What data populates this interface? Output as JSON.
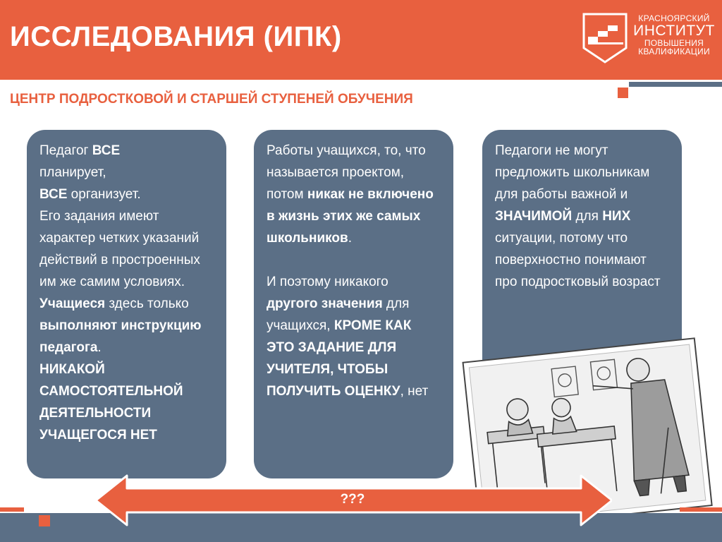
{
  "header": {
    "title": "ИССЛЕДОВАНИЯ (ИПК)"
  },
  "logo": {
    "line1": "КРАСНОЯРСКИЙ",
    "line2": "ИНСТИТУТ",
    "line3": "ПОВЫШЕНИЯ",
    "line4": "КВАЛИФИКАЦИИ"
  },
  "subtitle": "ЦЕНТР ПОДРОСТКОВОЙ И СТАРШЕЙ СТУПЕНЕЙ ОБУЧЕНИЯ",
  "cards": [
    {
      "t1": "Педагог ",
      "t2": "ВСЕ",
      "t3": "планирует,",
      "t4": "ВСЕ",
      "t5": " организует.",
      "t6": "Его задания имеют характер четких указаний действий в простроенных им же самим условиях.",
      "t7": "Учащиеся",
      "t8": " здесь только ",
      "t9": "выполняют инструкцию педагога",
      "t10": ".",
      "t11": "НИКАКОЙ САМОСТОЯТЕЛЬНОЙ ДЕЯТЕЛЬНОСТИ УЧАЩЕГОСЯ НЕТ"
    },
    {
      "t1": "Работы учащихся, то, что называется проектом, потом ",
      "t2": "никак не включено в жизнь этих же самых школьников",
      "t3": ".",
      "t4": "И поэтому никакого ",
      "t5": "другого значения",
      "t6": " для учащихся, ",
      "t7": "КРОМЕ КАК ЭТО ЗАДАНИЕ ДЛЯ УЧИТЕЛЯ, ЧТОБЫ ПОЛУЧИТЬ ОЦЕНКУ",
      "t8": ", нет"
    },
    {
      "t1": "Педагоги не могут предложить школьникам для работы важной и ",
      "t2": "ЗНАЧИМОЙ",
      "t3": " для ",
      "t4": "НИХ",
      "t5": " ситуации, потому что поверхностно понимают про подростковый возраст"
    }
  ],
  "arrow": {
    "label": "???"
  },
  "colors": {
    "accent": "#e8603f",
    "slate": "#5b6f86"
  }
}
